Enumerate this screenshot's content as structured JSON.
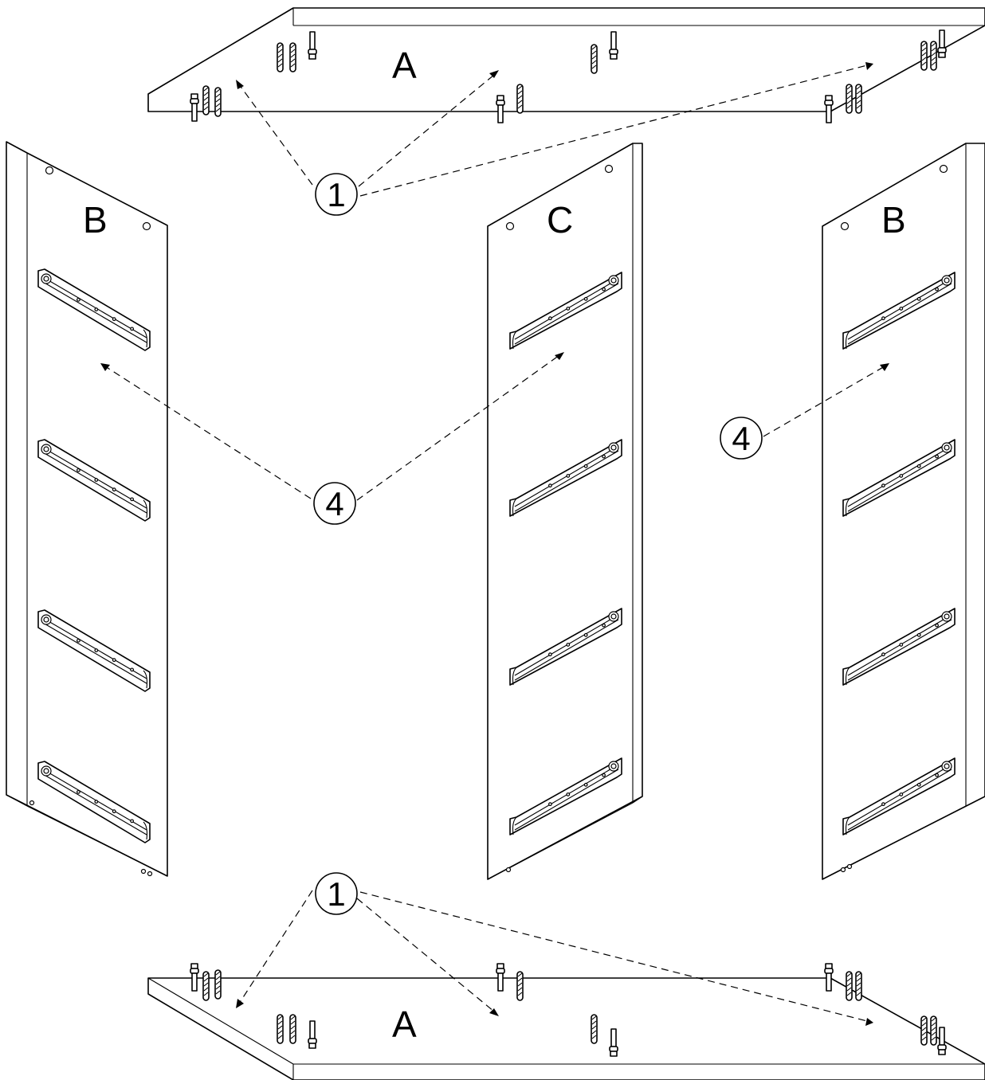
{
  "panels": {
    "top_shelf": {
      "label": "A"
    },
    "bottom_shelf": {
      "label": "A"
    },
    "left_side": {
      "label": "B"
    },
    "center_divider": {
      "label": "C"
    },
    "right_side": {
      "label": "B"
    }
  },
  "callouts": {
    "dowels_top": {
      "number": "1"
    },
    "dowels_bottom": {
      "number": "1"
    },
    "runners_left": {
      "number": "4"
    },
    "runners_right": {
      "number": "4"
    }
  },
  "icons": [
    "drawer-runner",
    "wooden-dowel",
    "cam-bolt",
    "dashed-leader-arrow"
  ]
}
